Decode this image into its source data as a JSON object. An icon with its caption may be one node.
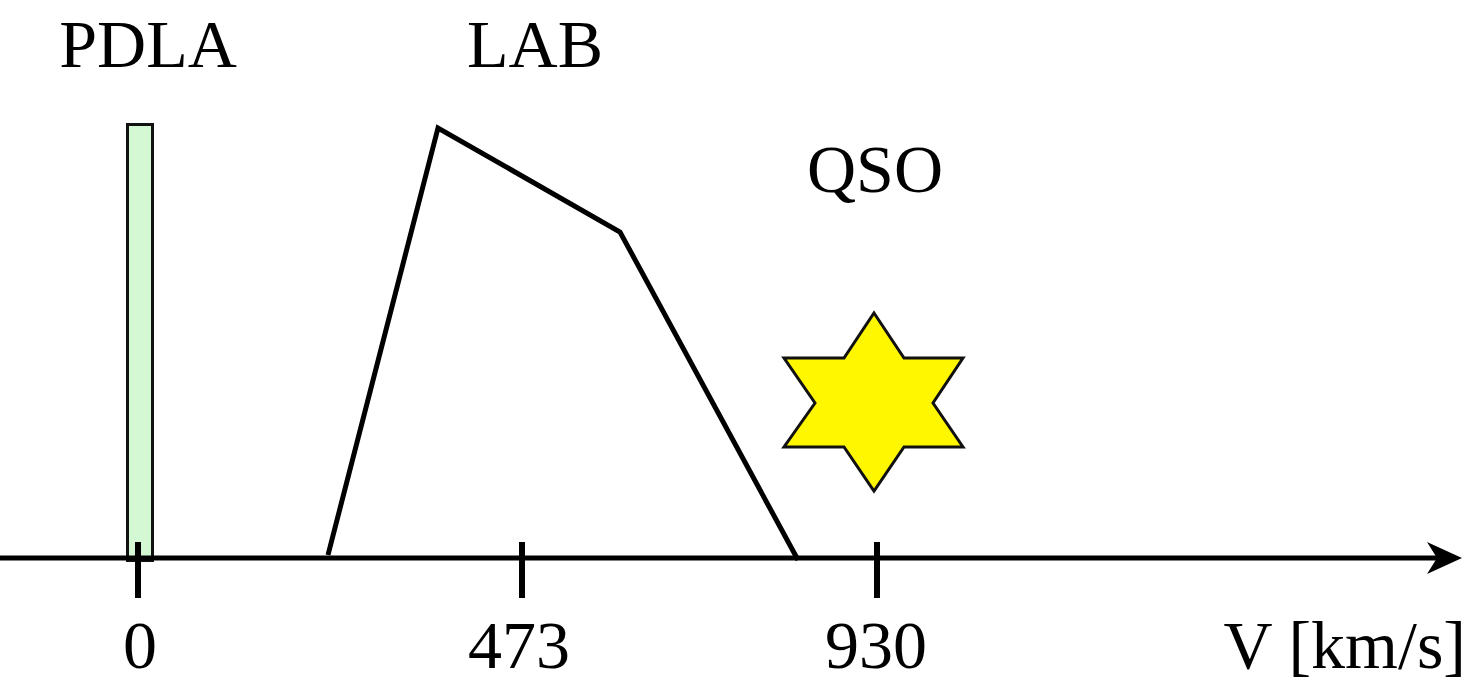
{
  "diagram": {
    "nodes": [
      {
        "text": [
          "PDLA"
        ]
      },
      {
        "text": [
          "LAB"
        ]
      },
      {
        "text": [
          "QSO"
        ]
      }
    ],
    "labels": [
      "0",
      "473",
      "930",
      "V [km/s]"
    ]
  }
}
